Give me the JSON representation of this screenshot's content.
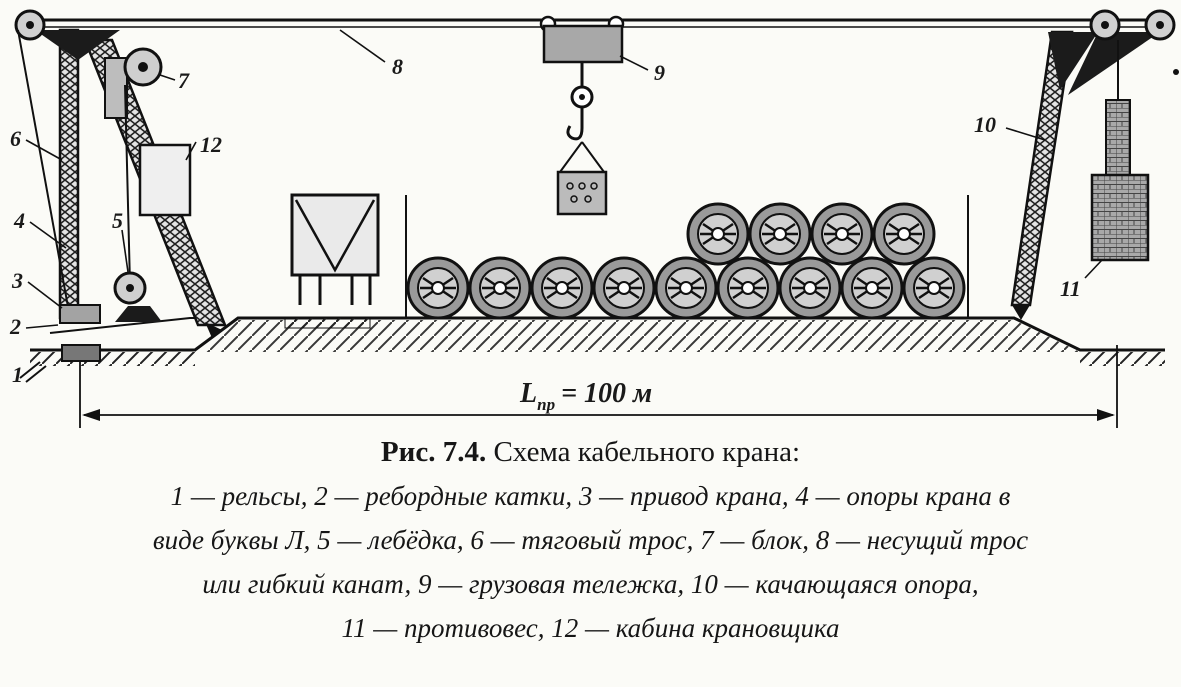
{
  "labels": {
    "n1": "1",
    "n2": "2",
    "n3": "3",
    "n4": "4",
    "n5": "5",
    "n6": "6",
    "n7": "7",
    "n8": "8",
    "n9": "9",
    "n10": "10",
    "n11": "11",
    "n12": "12"
  },
  "dimension": {
    "symbol": "L",
    "subscript": "пр",
    "value": "= 100 м"
  },
  "caption": {
    "figure": "Рис. 7.4.",
    "title": " Схема кабельного крана:",
    "line1": "1 — рельсы, 2 — ребордные катки, 3 — привод крана, 4 — опоры крана в",
    "line2": "виде буквы Л, 5 — лебёдка, 6 — тяговый трос, 7 — блок, 8 — несущий трос",
    "line3": "или гибкий канат, 9 — грузовая тележка, 10 — качающаяся опора,",
    "line4": "11 — противовес, 12 — кабина крановщика"
  },
  "colors": {
    "ink": "#161616",
    "paper": "#fbfbf7",
    "gray": "#8a8a8a"
  }
}
